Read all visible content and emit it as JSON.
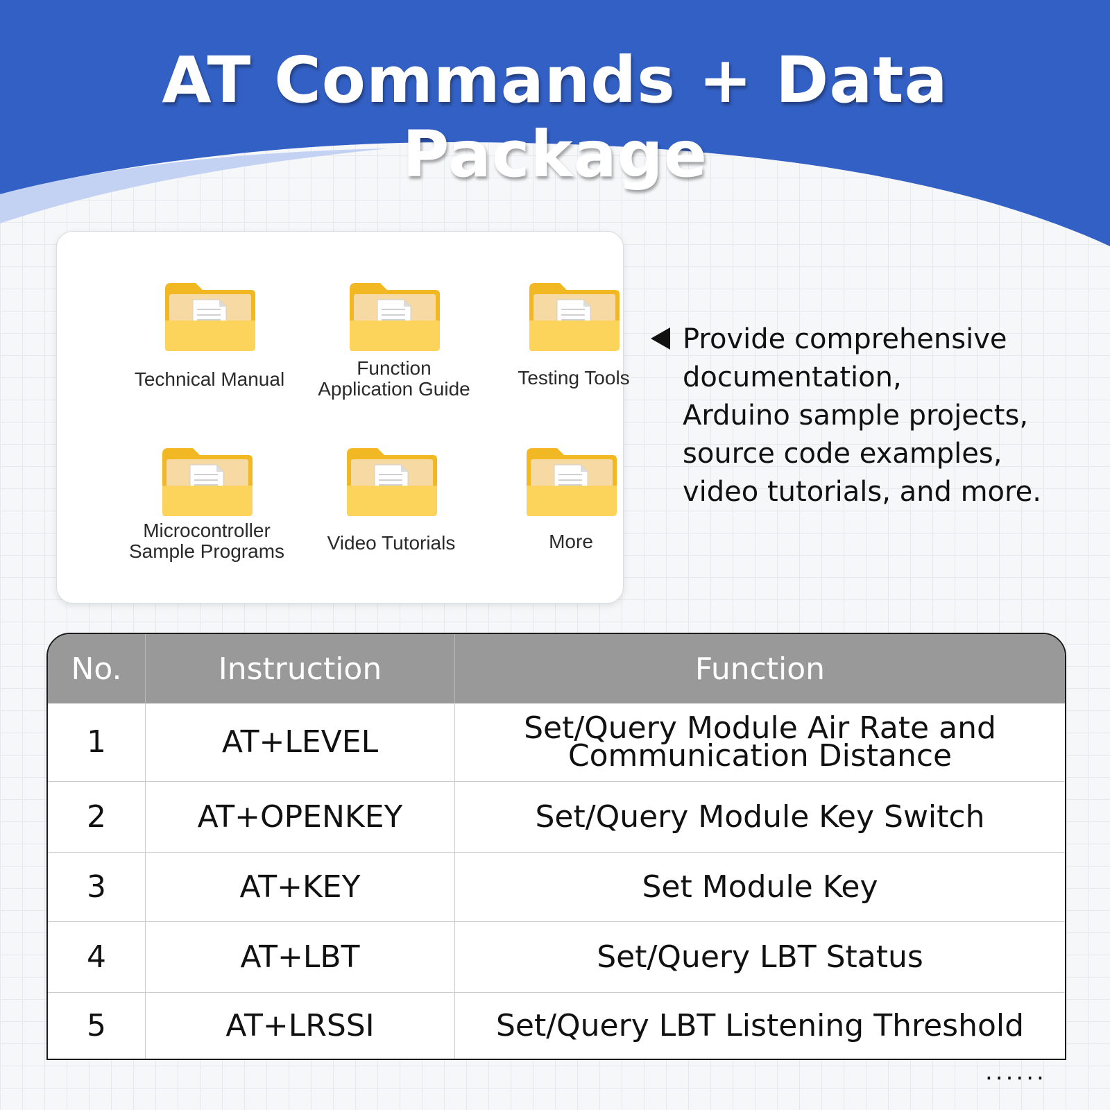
{
  "header": {
    "title": "AT Commands + Data Package",
    "color": "#3360c4"
  },
  "folders": [
    {
      "label": "Technical Manual",
      "icon": "folder-icon"
    },
    {
      "label": "Function\nApplication Guide",
      "icon": "folder-icon"
    },
    {
      "label": "Testing Tools",
      "icon": "folder-icon"
    },
    {
      "label": "Microcontroller\nSample Programs",
      "icon": "folder-icon"
    },
    {
      "label": "Video Tutorials",
      "icon": "folder-icon"
    },
    {
      "label": "More",
      "icon": "folder-icon"
    }
  ],
  "description": {
    "text": "Provide comprehensive\ndocumentation,\nArduino sample projects,\nsource code examples,\nvideo tutorials, and more."
  },
  "table": {
    "headers": {
      "no": "No.",
      "instruction": "Instruction",
      "function": "Function"
    },
    "rows": [
      {
        "no": "1",
        "instruction": "AT+LEVEL",
        "function": "Set/Query Module Air Rate and Communication Distance"
      },
      {
        "no": "2",
        "instruction": "AT+OPENKEY",
        "function": "Set/Query Module Key Switch"
      },
      {
        "no": "3",
        "instruction": "AT+KEY",
        "function": "Set Module Key"
      },
      {
        "no": "4",
        "instruction": "AT+LBT",
        "function": "Set/Query LBT Status"
      },
      {
        "no": "5",
        "instruction": "AT+LRSSI",
        "function": "Set/Query LBT Listening Threshold"
      }
    ],
    "more": "......"
  }
}
